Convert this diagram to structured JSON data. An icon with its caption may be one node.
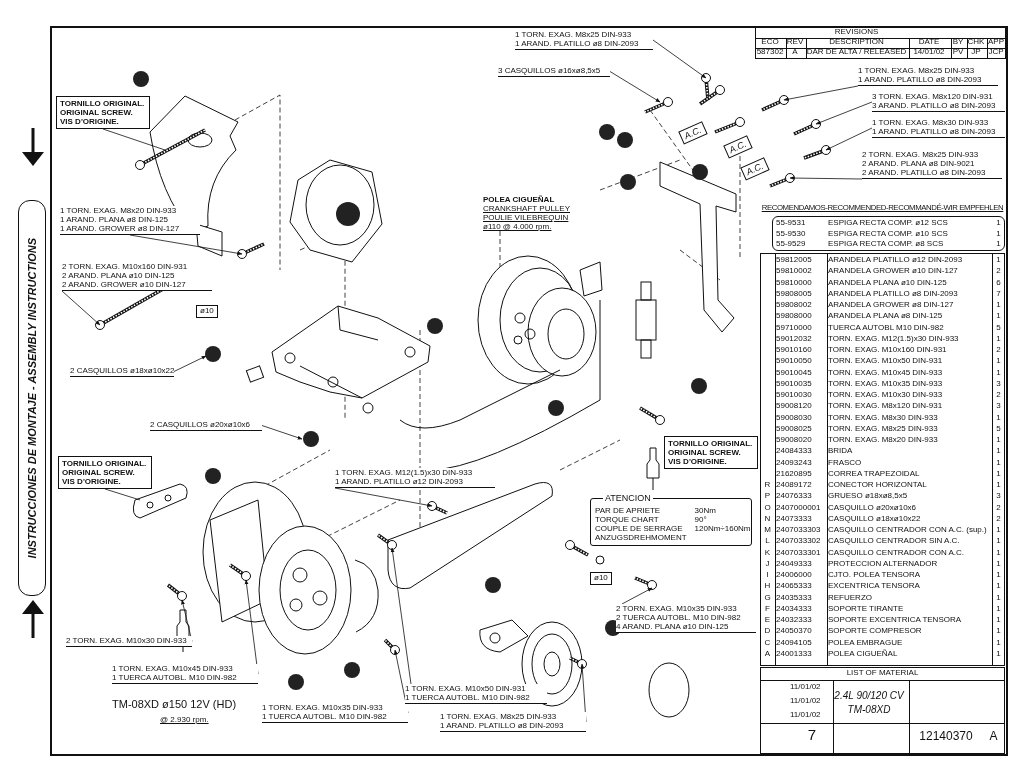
{
  "diagram": {
    "nodes": [
      {
        "text": [
          "1 TORN. EXAG. M8x25 DIN-933",
          "1 ARAND. PLATILLO ø8 DIN-2093"
        ]
      },
      {
        "text": [
          "3 CASQUILLOS ø16xø8,5x5"
        ]
      },
      {
        "text": [
          "1 TORN. EXAG. M8x25 DIN-933",
          "1 ARAND. PLATILLO ø8 DIN-2093"
        ]
      },
      {
        "text": [
          "3 TORN. EXAG. M8x120 DIN-931",
          "3 ARAND. PLATILLO ø8 DIN-2093"
        ]
      },
      {
        "text": [
          "1 TORN. EXAG. M8x30 DIN-933",
          "1 ARAND. PLATILLO ø8 DIN-2093"
        ]
      },
      {
        "text": [
          "2 TORN. EXAG. M8x25 DIN-933",
          "2 ARAND. PLANA ø8 DIN-9021",
          "2 ARAND. PLATILLO ø8 DIN-2093"
        ]
      },
      {
        "text": [
          "TORNILLO ORIGINAL.",
          "ORIGINAL SCREW.",
          "VIS D'ORIGINE."
        ]
      },
      {
        "text": [
          "1 TORN. EXAG. M8x20 DIN-933",
          "1 ARAND. PLANA ø8 DIN-125",
          "1 ARAND. GROWER ø8 DIN-127"
        ]
      },
      {
        "text": [
          "2 TORN. EXAG. M10x160 DIN-931",
          "2 ARAND. PLANA ø10 DIN-125",
          "2 ARAND. GROWER ø10 DIN-127"
        ]
      },
      {
        "text": [
          "2 CASQUILLOS ø18xø10x22"
        ]
      },
      {
        "text": [
          "2 CASQUILLOS ø20xø10x6"
        ]
      },
      {
        "text": [
          "1 TORN. EXAG. M12(1.5)x30 DIN-933",
          "1 ARAND. PLATILLO ø12 DIN-2093"
        ]
      },
      {
        "text": [
          "TORNILLO ORIGINAL.",
          "ORIGINAL SCREW.",
          "VIS D'ORIGINE."
        ]
      },
      {
        "text": [
          "TORNILLO ORIGINAL.",
          "ORIGINAL SCREW.",
          "VIS D'ORIGINE."
        ]
      },
      {
        "text": [
          "ATENCION",
          "PAR DE APRIETE",
          "TORQUE CHART",
          "COUPLE DE SERRAGE",
          "ANZUGSDREHMOMENT",
          "30Nm",
          "90°",
          "120Nm÷160Nm"
        ]
      },
      {
        "text": [
          "2 TORN. EXAG. M10x30 DIN-933"
        ]
      },
      {
        "text": [
          "1 TORN. EXAG. M10x45 DIN-933",
          "1 TUERCA AUTOBL. M10 DIN-982"
        ]
      },
      {
        "text": [
          "1 TORN. EXAG. M10x35 DIN-933",
          "1 TUERCA AUTOBL. M10 DIN-982"
        ]
      },
      {
        "text": [
          "1 TORN. EXAG. M10x50 DIN-931",
          "1 TUERCA AUTOBL. M10 DIN-982"
        ]
      },
      {
        "text": [
          "1 TORN. EXAG. M8x25 DIN-933",
          "1 ARAND. PLATILLO ø8 DIN-2093"
        ]
      },
      {
        "text": [
          "2 TORN. EXAG. M10x35 DIN-933",
          "2 TUERCA AUTOBL. M10 DIN-982",
          "4 ARAND. PLANA ø10 DIN-125"
        ]
      }
    ],
    "edges": [
      {
        "from": 0,
        "to": null,
        "arrow": "to"
      },
      {
        "from": 1,
        "to": null,
        "arrow": "to"
      },
      {
        "from": 2,
        "to": null,
        "arrow": "to"
      },
      {
        "from": 3,
        "to": null,
        "arrow": "to"
      },
      {
        "from": 4,
        "to": null,
        "arrow": "to"
      },
      {
        "from": 5,
        "to": null,
        "arrow": "to"
      },
      {
        "from": 6,
        "to": null,
        "arrow": "none"
      },
      {
        "from": 7,
        "to": null,
        "arrow": "to"
      },
      {
        "from": 8,
        "to": null,
        "arrow": "to"
      },
      {
        "from": 9,
        "to": null,
        "arrow": "to"
      },
      {
        "from": 10,
        "to": null,
        "arrow": "to"
      },
      {
        "from": 11,
        "to": null,
        "arrow": "to"
      },
      {
        "from": 12,
        "to": null,
        "arrow": "none"
      },
      {
        "from": 15,
        "to": null,
        "arrow": "to"
      },
      {
        "from": 16,
        "to": null,
        "arrow": "to"
      },
      {
        "from": 17,
        "to": null,
        "arrow": "to"
      },
      {
        "from": 18,
        "to": null,
        "arrow": "to"
      },
      {
        "from": 19,
        "to": null,
        "arrow": "to"
      },
      {
        "from": 20,
        "to": null,
        "arrow": "to"
      }
    ],
    "labels": [
      "INSTRUCCIONES DE MONTAJE - ASSEMBLY INSTRUCTIONS",
      "REVISIONS",
      "ECO",
      "REV",
      "DESCRIPTION",
      "DATE",
      "BY",
      "CHK",
      "APP",
      "587302",
      "A",
      "DAR DE ALTA / RELEASED",
      "14/01/02",
      "PV",
      "JP",
      "JCP",
      "POLEA CIGUEÑAL",
      "CRANKSHAFT PULLEY",
      "POULIE VILEBREQUIN",
      "ø110 @ 4.000 rpm.",
      "A.C.",
      "A.C.",
      "A.C.",
      "ø10",
      "ø10",
      "TM-08XD ø150 12V (HD)",
      "@ 2.930 rpm.",
      "RECOMENDAMOS-RECOMMENDED-RECOMMANDÉ-WIR EMPFEHLEN",
      "55-9531",
      "ESPIGA RECTA COMP. ø12 SCS",
      "1",
      "55-9530",
      "ESPIGA RECTA COMP. ø10 SCS",
      "1",
      "55-9529",
      "ESPIGA RECTA COMP. ø8 SCS",
      "1",
      "59812005",
      "ARANDELA PLATILLO ø12 DIN-2093",
      "1",
      "59810002",
      "ARANDELA GROWER ø10 DIN-127",
      "2",
      "59810000",
      "ARANDELA PLANA ø10 DIN-125",
      "6",
      "59808005",
      "ARANDELA PLATILLO ø8 DIN-2093",
      "7",
      "59808002",
      "ARANDELA GROWER ø8 DIN-127",
      "1",
      "59808000",
      "ARANDELA PLANA ø8 DIN-125",
      "1",
      "59710000",
      "TUERCA AUTOBL M10 DIN-982",
      "5",
      "59012032",
      "TORN. EXAG. M12(1.5)x30 DIN-933",
      "1",
      "59010160",
      "TORN. EXAG. M10x160 DIN-931",
      "2",
      "59010050",
      "TORN. EXAG. M10x50 DIN-931",
      "1",
      "59010045",
      "TORN. EXAG. M10x45 DIN-933",
      "1",
      "59010035",
      "TORN. EXAG. M10x35 DIN-933",
      "3",
      "59010030",
      "TORN. EXAG. M10x30 DIN-933",
      "2",
      "59008120",
      "TORN. EXAG. M8x120 DIN-931",
      "3",
      "59008030",
      "TORN. EXAG. M8x30 DIN-933",
      "1",
      "59008025",
      "TORN. EXAG. M8x25 DIN-933",
      "5",
      "59008020",
      "TORN. EXAG. M8x20 DIN-933",
      "1",
      "24084333",
      "BRIDA",
      "1",
      "24093243",
      "FRASCO",
      "1",
      "21620895",
      "CORREA TRAPEZOIDAL",
      "1",
      "R",
      "24089172",
      "CONECTOR HORIZONTAL",
      "1",
      "P",
      "24076333",
      "GRUESO ø18xø8,5x5",
      "3",
      "O",
      "2407000001",
      "CASQUILLO ø20xø10x6",
      "2",
      "N",
      "24073333",
      "CASQUILLO ø18xø10x22",
      "2",
      "M",
      "2407033303",
      "CASQUILLO CENTRADOR CON A.C. (sup.)",
      "1",
      "L",
      "2407033302",
      "CASQUILLO CENTRADOR SIN A.C.",
      "1",
      "K",
      "2407033301",
      "CASQUILLO CENTRADOR CON A.C.",
      "1",
      "J",
      "24049333",
      "PROTECCION ALTERNADOR",
      "1",
      "I",
      "24006000",
      "CJTO. POLEA TENSORA",
      "1",
      "H",
      "24065333",
      "EXCENTRICA TENSORA",
      "1",
      "G",
      "24035333",
      "REFUERZO",
      "1",
      "F",
      "24034333",
      "SOPORTE TIRANTE",
      "1",
      "E",
      "24032333",
      "SOPORTE EXCENTRICA TENSORA",
      "1",
      "D",
      "24050370",
      "SOPORTE COMPRESOR",
      "1",
      "C",
      "24094105",
      "POLEA EMBRAGUE",
      "1",
      "A",
      "24001333",
      "POLEA CIGUEÑAL",
      "1",
      "LIST OF MATERIAL",
      "11/01/02",
      "2.4L 90/120 CV",
      "11/01/02",
      "TM-08XD",
      "11/01/02",
      "7",
      "12140370",
      "A"
    ]
  }
}
